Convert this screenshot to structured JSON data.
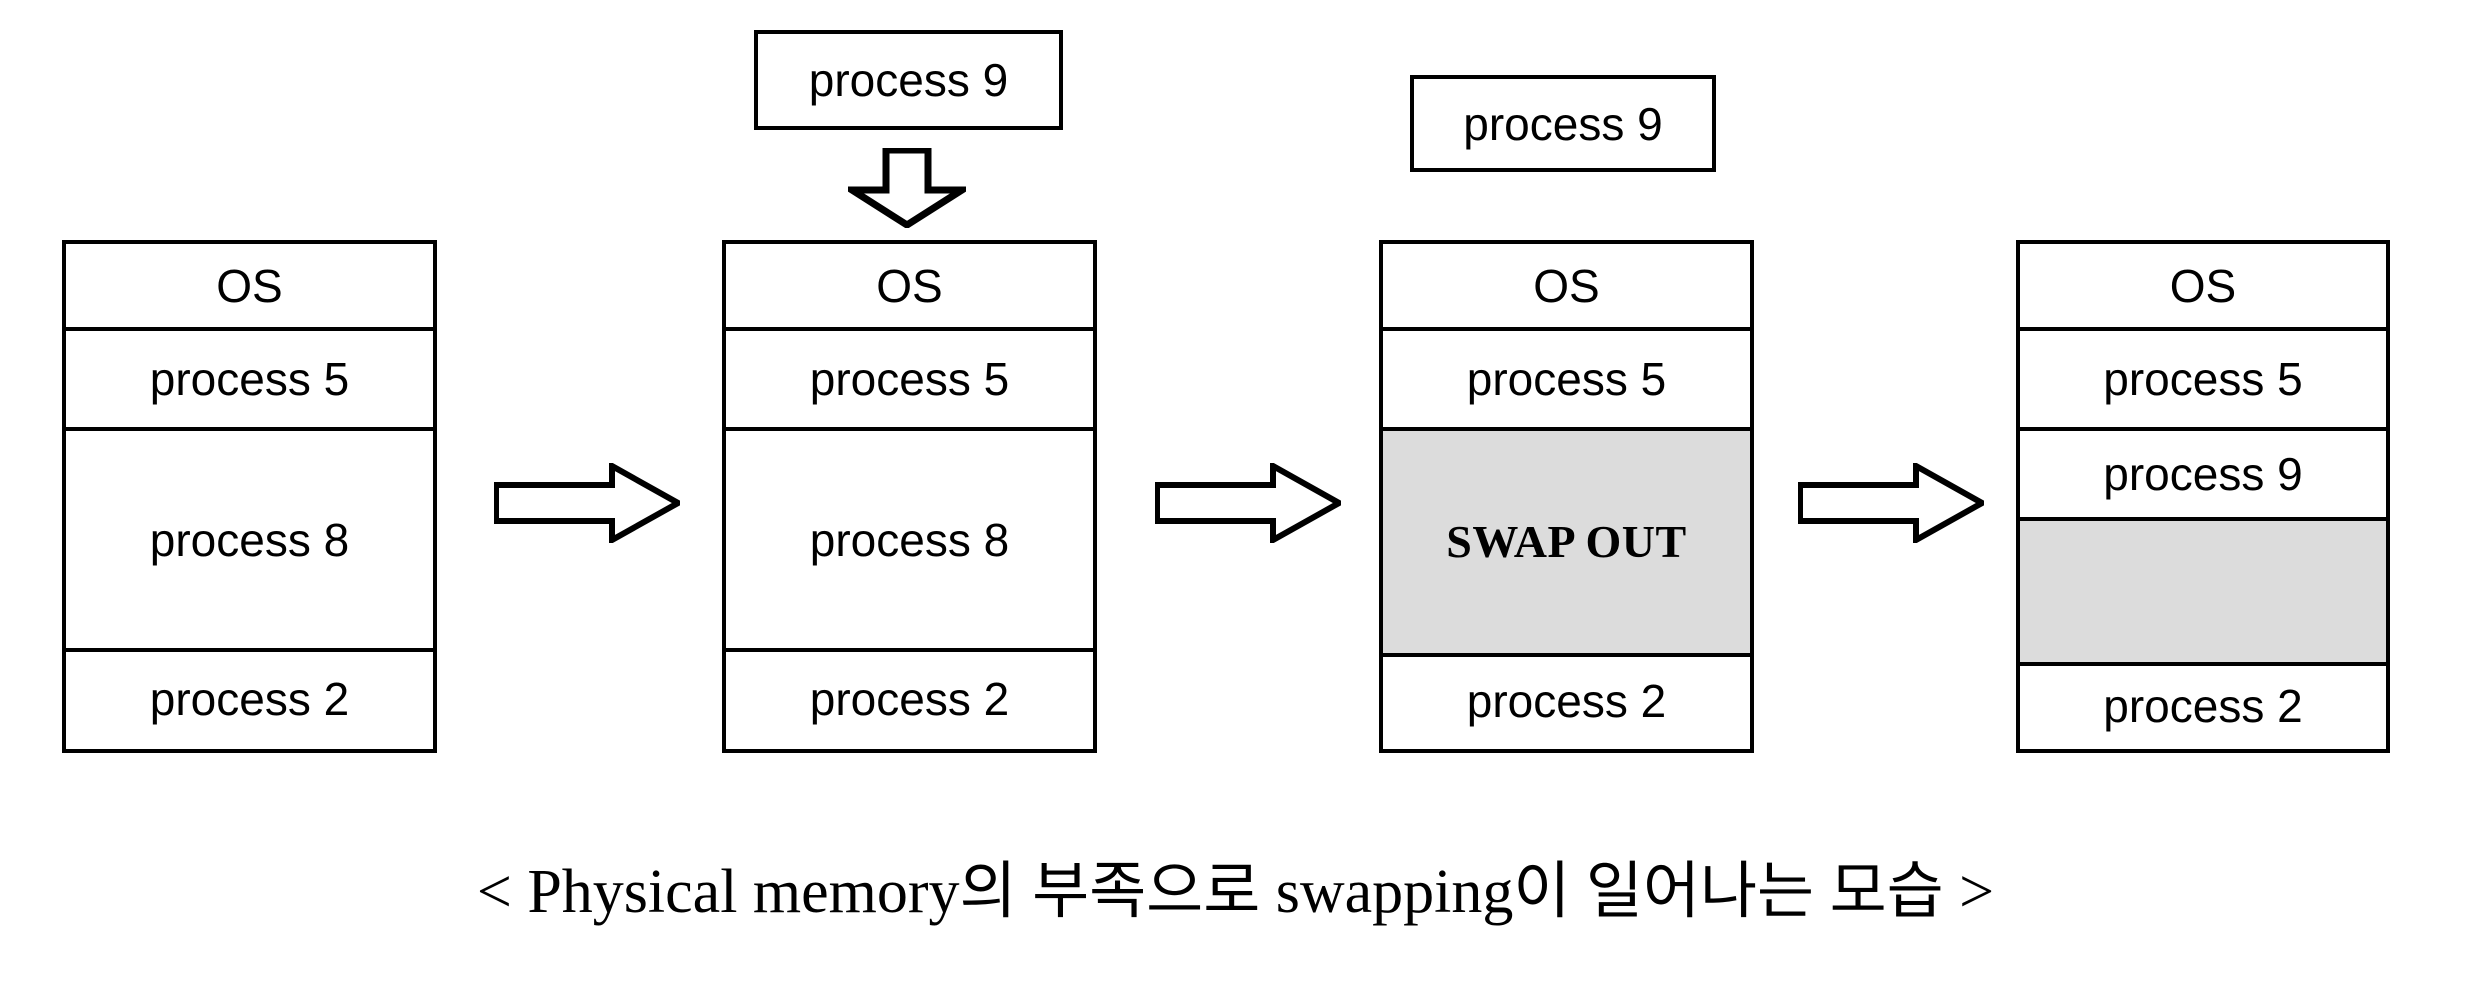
{
  "diagram": {
    "caption": "< Physical memory의 부족으로 swapping이 일어나는 모습 >",
    "colors": {
      "stroke": "#000000",
      "fill": "#ffffff",
      "shaded": "#dcdcdc"
    },
    "stages": [
      {
        "id": "stage-1",
        "incoming_process": null,
        "rows": [
          {
            "label": "OS",
            "shaded": false
          },
          {
            "label": "process 5",
            "shaded": false
          },
          {
            "label": "process 8",
            "shaded": false
          },
          {
            "label": "process 2",
            "shaded": false
          }
        ]
      },
      {
        "id": "stage-2",
        "incoming_process": "process 9",
        "rows": [
          {
            "label": "OS",
            "shaded": false
          },
          {
            "label": "process 5",
            "shaded": false
          },
          {
            "label": "process 8",
            "shaded": false
          },
          {
            "label": "process 2",
            "shaded": false
          }
        ]
      },
      {
        "id": "stage-3",
        "incoming_process": "process 9",
        "rows": [
          {
            "label": "OS",
            "shaded": false
          },
          {
            "label": "process 5",
            "shaded": false
          },
          {
            "label": "SWAP OUT",
            "shaded": true
          },
          {
            "label": "process 2",
            "shaded": false
          }
        ]
      },
      {
        "id": "stage-4",
        "incoming_process": null,
        "rows": [
          {
            "label": "OS",
            "shaded": false
          },
          {
            "label": "process 5",
            "shaded": false
          },
          {
            "label": "process 9",
            "shaded": false
          },
          {
            "label": "",
            "shaded": true
          },
          {
            "label": "process 2",
            "shaded": false
          }
        ]
      }
    ],
    "icons": {
      "right_arrow": "right-arrow-icon",
      "down_arrow": "down-arrow-icon"
    }
  }
}
